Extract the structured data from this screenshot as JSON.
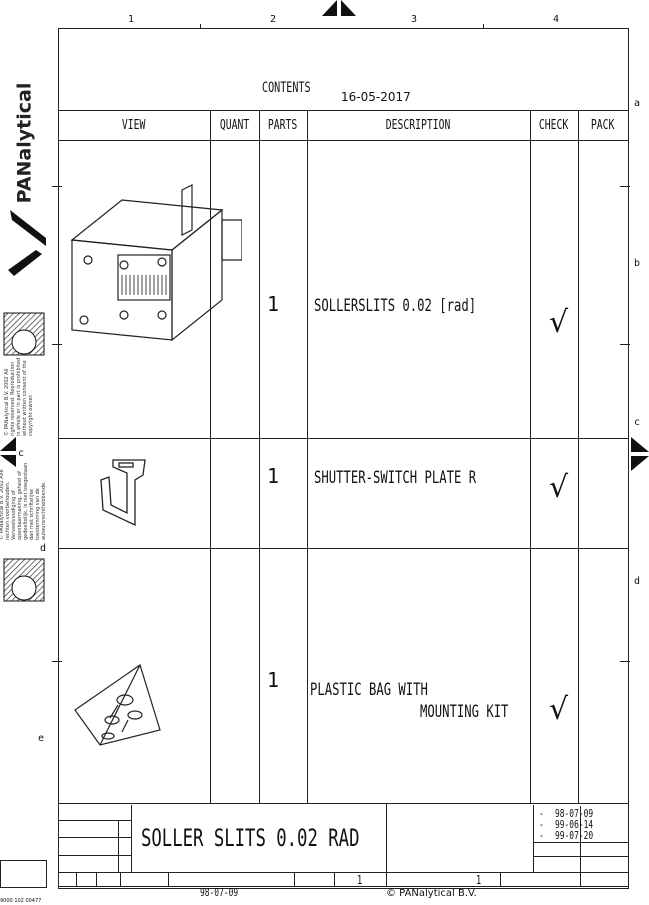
{
  "brand": {
    "name": "PANalytical"
  },
  "frame": {
    "column_markers": [
      "1",
      "2",
      "3",
      "4"
    ],
    "row_markers_right": [
      "a",
      "b",
      "c",
      "d"
    ],
    "row_markers_left": [
      "c",
      "d",
      "e"
    ]
  },
  "header": {
    "contents_label": "CONTENTS",
    "date": "16-05-2017"
  },
  "table": {
    "columns": [
      "VIEW",
      "QUANT",
      "PARTS",
      "DESCRIPTION",
      "CHECK",
      "PACK"
    ],
    "rows": [
      {
        "view": "soller-slits-drawing",
        "quant": "",
        "parts": "1",
        "description": "SOLLERSLITS 0.02 [rad]",
        "check": "√",
        "pack": ""
      },
      {
        "view": "shutter-switch-plate-drawing",
        "quant": "",
        "parts": "1",
        "description": "SHUTTER-SWITCH PLATE R",
        "check": "√",
        "pack": ""
      },
      {
        "view": "plastic-bag-drawing",
        "quant": "",
        "parts": "1",
        "description_line1": "PLASTIC BAG WITH",
        "description_line2": "MOUNTING KIT",
        "check": "√",
        "pack": ""
      }
    ]
  },
  "title_block": {
    "title": "SOLLER SLITS 0.02 RAD",
    "revisions": [
      {
        "mark": "-",
        "date": "98-07-09"
      },
      {
        "mark": "-",
        "date": "99-06-14"
      },
      {
        "mark": "-",
        "date": "99-07-20"
      }
    ],
    "date": "98-07-09",
    "sheet_left": "1",
    "sheet_right": "1",
    "copyright": "© PANalytical B.V."
  },
  "side_notes": {
    "upper": "© PANalytical B.V. 2002 All rights reserved. Reproduction in whole or in part is prohibited without written consent of the copyright owner.",
    "lower": "© PANalytical B.V. 2002 Alle rechten voorbehouden. Verveelvoudiging of openbaarmaking, geheel of gedeeltelijk, is niet toegestaan dan met schriftelijke toestemming van de auteursrechthebbende."
  },
  "footer_code": "9000 102 00477"
}
